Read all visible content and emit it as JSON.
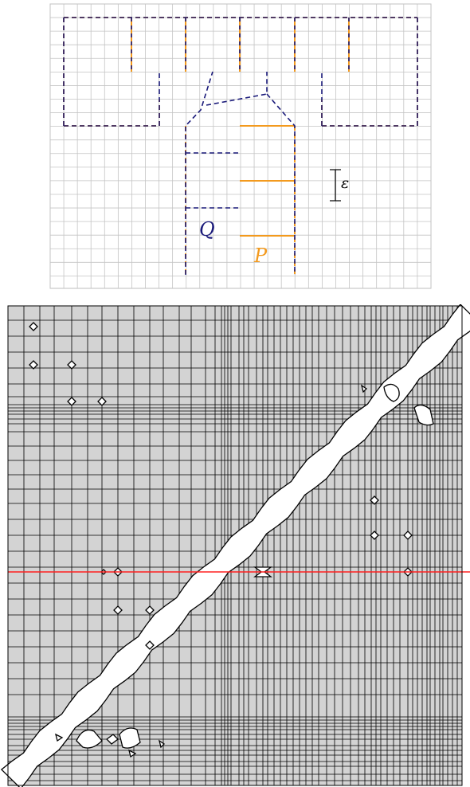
{
  "top_figure": {
    "labels": {
      "q": "Q",
      "p": "P",
      "epsilon": "ε"
    },
    "colors": {
      "q_curve": "#1a1a7a",
      "p_curve": "#f39a1e",
      "grid": "#bdbdbd",
      "text": "#000000"
    }
  },
  "bottom_figure": {
    "colors": {
      "background": "#d3d3d3",
      "free_space": "#ffffff",
      "grid_lines": "#000000",
      "highlight_line": "#ff0000"
    }
  }
}
